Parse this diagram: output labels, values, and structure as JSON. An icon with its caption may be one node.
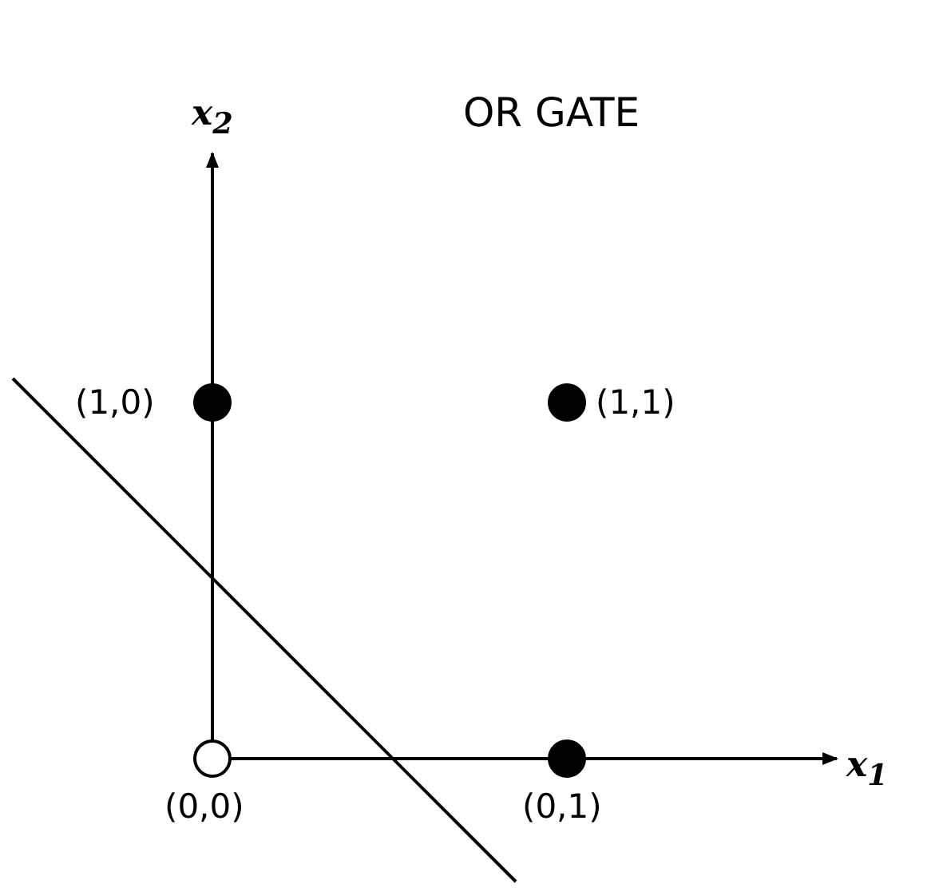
{
  "diagram": {
    "title": "OR GATE",
    "nodes": [
      {
        "text": [],
        "shape": "dot",
        "beside": [
          "(1,0)"
        ]
      },
      {
        "text": [],
        "shape": "dot",
        "beside": [
          "(1,1)"
        ]
      },
      {
        "text": [],
        "shape": "circle",
        "beside": [
          "(0,0)"
        ]
      },
      {
        "text": [],
        "shape": "dot",
        "beside": [
          "(0,1)"
        ]
      }
    ],
    "edges": [],
    "labels": [
      "x$_{2}$",
      "x$_{1}$"
    ]
  }
}
